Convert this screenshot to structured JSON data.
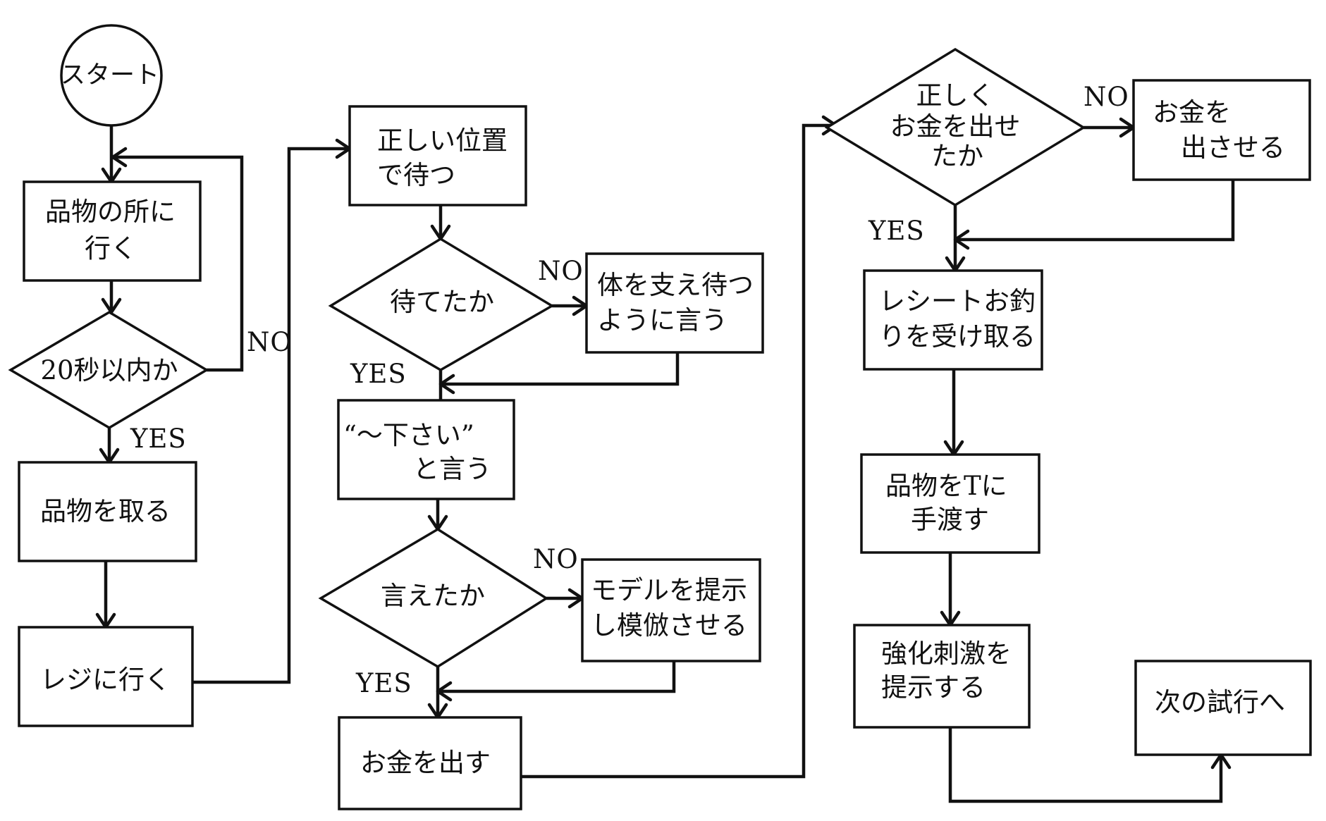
{
  "nodes": {
    "start": [
      "スタート"
    ],
    "go_item": [
      "品物の所に",
      "行く"
    ],
    "within20": [
      "20秒以内か"
    ],
    "take_item": [
      "品物を取る"
    ],
    "go_register": [
      "レジに行く"
    ],
    "wait_position": [
      "正しい位置",
      "で待つ"
    ],
    "waited": [
      "待てたか"
    ],
    "support_wait": [
      "体を支え待つ",
      "ように言う"
    ],
    "say_please": [
      "“〜下さい”",
      "と言う"
    ],
    "said": [
      "言えたか"
    ],
    "model_imitate": [
      "モデルを提示",
      "し模倣させる"
    ],
    "pay": [
      "お金を出す"
    ],
    "paid_correctly": [
      "正しく",
      "お金を出せ",
      "たか"
    ],
    "make_pay": [
      "お金を",
      "出させる"
    ],
    "receipt": [
      "レシートお釣",
      "りを受け取る"
    ],
    "hand_item": [
      "品物をTに",
      "手渡す"
    ],
    "reinforce": [
      "強化刺激を",
      "提示する"
    ],
    "next_trial": [
      "次の試行へ"
    ]
  },
  "edge_labels": {
    "within20_no": "NO",
    "within20_yes": "YES",
    "waited_no": "NO",
    "waited_yes": "YES",
    "said_no": "NO",
    "said_yes": "YES",
    "paid_no": "NO",
    "paid_yes": "YES"
  }
}
